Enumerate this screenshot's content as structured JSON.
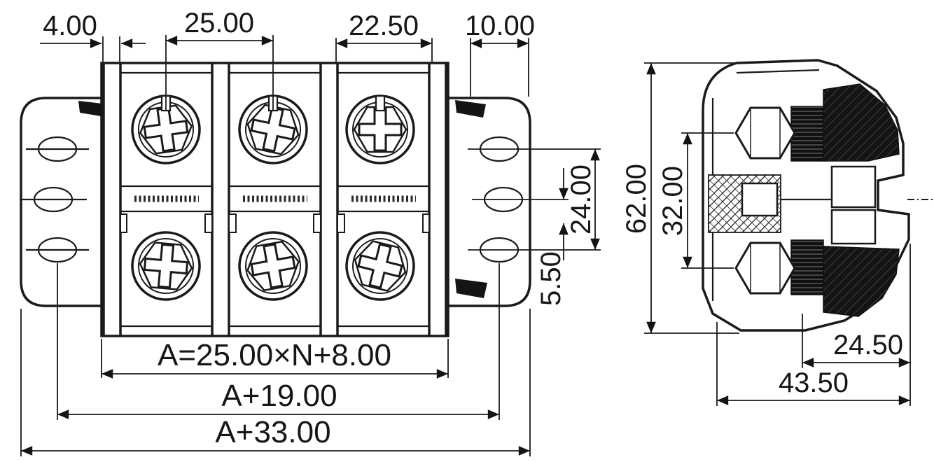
{
  "drawing": {
    "views": {
      "front": {
        "dims": {
          "end_wall": "4.00",
          "pole_pitch": "25.00",
          "pole_edge": "22.50",
          "flange": "10.00",
          "hole_span": "24.00",
          "hole_offset": "5.50",
          "body_width": "A=25.00×N+8.00",
          "mount_width": "A+19.00",
          "overall_width": "A+33.00"
        }
      },
      "side": {
        "dims": {
          "overall_height": "62.00",
          "screw_spacing": "32.00",
          "inner_depth": "24.50",
          "overall_depth": "43.50"
        }
      }
    },
    "colors": {
      "line": "#1a1a1a",
      "fill_dark": "#141414",
      "background": "#ffffff"
    }
  }
}
